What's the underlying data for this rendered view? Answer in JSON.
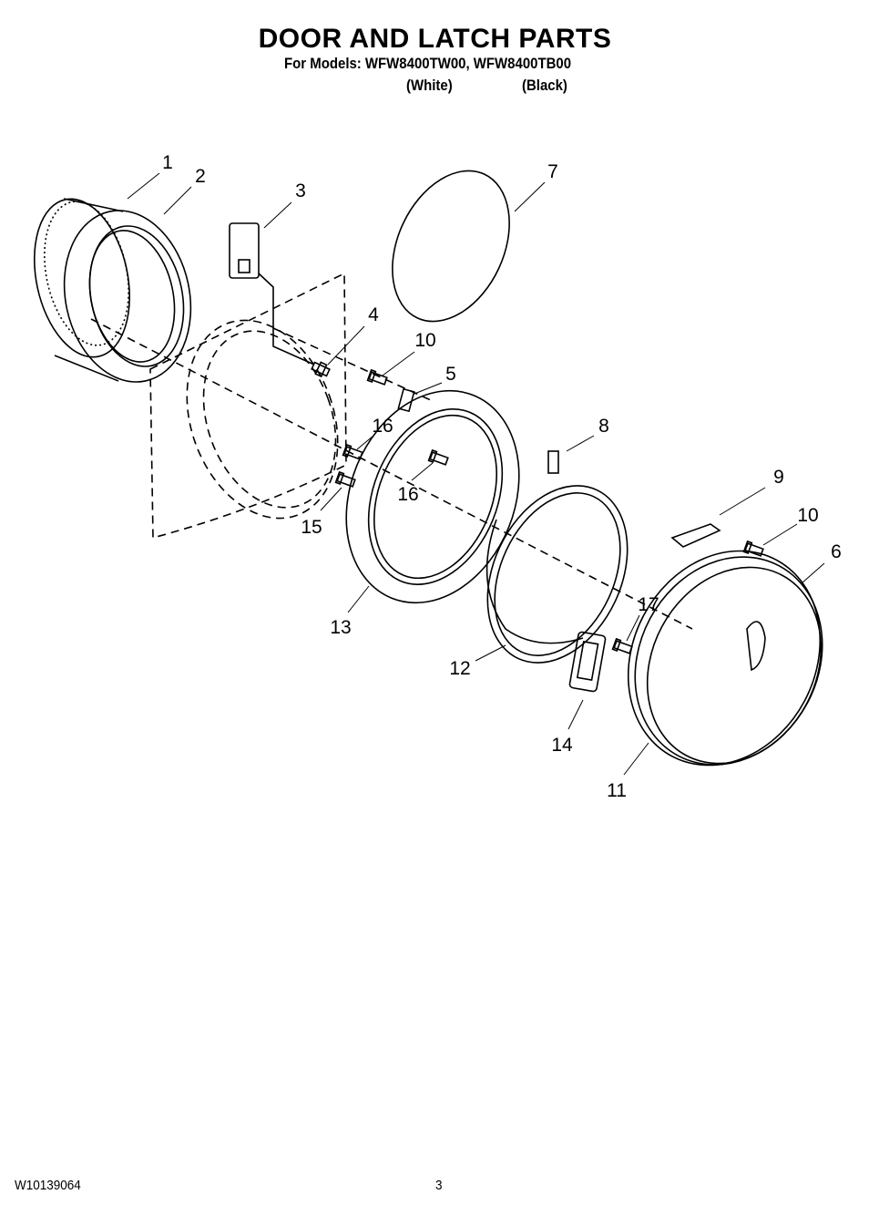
{
  "header": {
    "title": "DOOR AND LATCH PARTS",
    "models_prefix": "For Models: WFW8400TW00, WFW8400TB00",
    "color_white": "(White)",
    "color_black": "(Black)"
  },
  "callouts": [
    "1",
    "2",
    "3",
    "4",
    "5",
    "6",
    "7",
    "8",
    "9",
    "10",
    "10",
    "11",
    "12",
    "13",
    "14",
    "15",
    "16",
    "16",
    "17"
  ],
  "footer": {
    "doc_number": "W10139064",
    "page_number": "3"
  }
}
